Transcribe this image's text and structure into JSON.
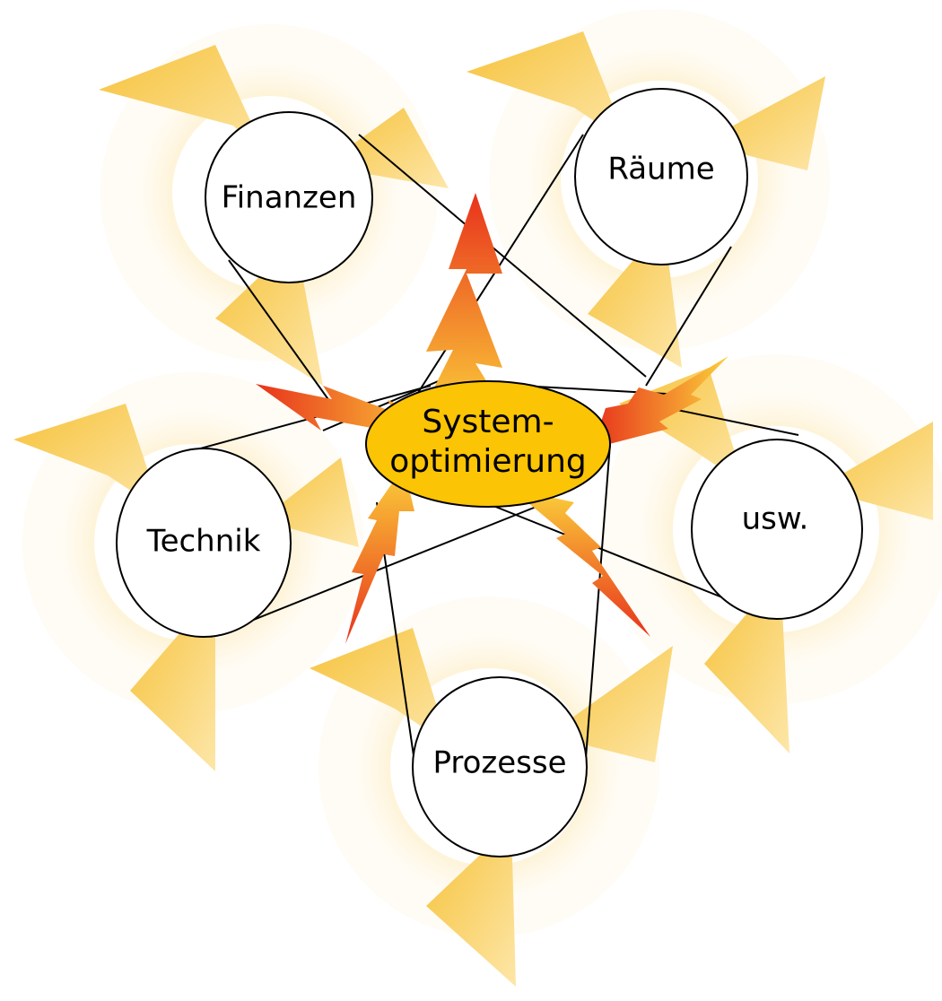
{
  "diagram": {
    "nodes": [
      {
        "id": "finanzen",
        "label": "Finanzen"
      },
      {
        "id": "raeume",
        "label": "Räume"
      },
      {
        "id": "technik",
        "label": "Technik"
      },
      {
        "id": "usw",
        "label": "usw."
      },
      {
        "id": "prozesse",
        "label": "Prozesse"
      }
    ],
    "center": {
      "line1": "System-",
      "line2": "optimierung"
    },
    "colors": {
      "arrow": "#f6c23a",
      "arrow_fade": "#fff3d6",
      "bolt_outer": "#e8321c",
      "bolt_inner": "#fbd03a",
      "center_fill": "#fbc404",
      "node_fill": "#ffffff",
      "line": "#000000"
    }
  }
}
